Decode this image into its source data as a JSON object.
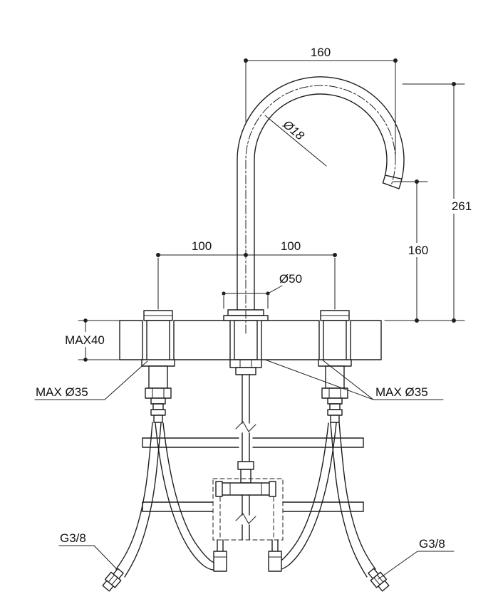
{
  "diagram": {
    "line_color": "#1f1f1f",
    "background_color": "#ffffff",
    "labels": {
      "spout_reach": "160",
      "overall_height": "261",
      "outlet_height": "160",
      "spacing_left": "100",
      "spacing_right": "100",
      "spout_tube_dia": "Ø18",
      "base_dia": "Ø50",
      "deck_thickness": "MAX40",
      "hole_dia_left": "MAX Ø35",
      "hole_dia_right": "MAX Ø35",
      "inlet_left": "G3/8",
      "inlet_right": "G3/8"
    }
  }
}
